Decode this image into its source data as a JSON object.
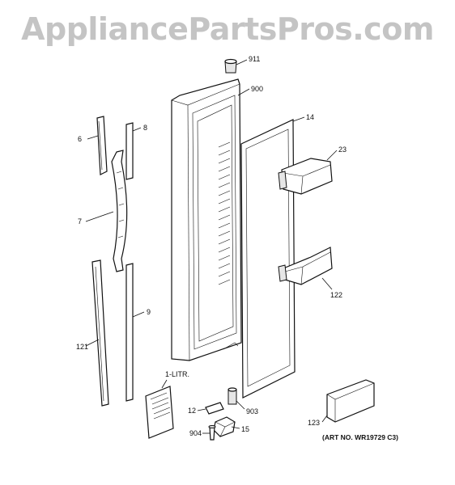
{
  "watermark": "AppliancePartsPros.com",
  "labels": {
    "p911": "911",
    "p900": "900",
    "p14": "14",
    "p6": "6",
    "p8": "8",
    "p23": "23",
    "p7": "7",
    "p122": "122",
    "p9": "9",
    "p121": "121",
    "p1litr": "1-LITR.",
    "p12": "12",
    "p903": "903",
    "p904": "904",
    "p15": "15",
    "p123": "123"
  },
  "art_number": "(ART NO. WR19729 C3)"
}
